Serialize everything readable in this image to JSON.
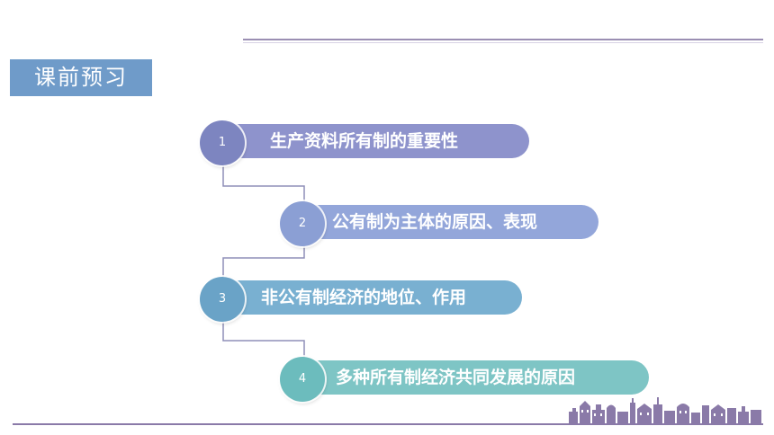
{
  "header": {
    "title": "课前预习"
  },
  "steps": [
    {
      "number": "1",
      "label": "生产资料所有制的重要性",
      "color": "#7d85c0",
      "pill_color": "#8e93cc"
    },
    {
      "number": "2",
      "label": "公有制为主体的原因、表现",
      "color": "#8b9fd4",
      "pill_color": "#93a6da"
    },
    {
      "number": "3",
      "label": "非公有制经济的地位、作用",
      "color": "#6aa3c7",
      "pill_color": "#79b0d1"
    },
    {
      "number": "4",
      "label": "多种所有制经济共同发展的原因",
      "color": "#6cbcbd",
      "pill_color": "#7ec5c5"
    }
  ],
  "colors": {
    "title_bg": "#6f9bc9",
    "rule": "#8a7aa8",
    "connector": "#8f8fb8"
  },
  "decorations": {
    "skyline": "city-skyline-icon"
  }
}
